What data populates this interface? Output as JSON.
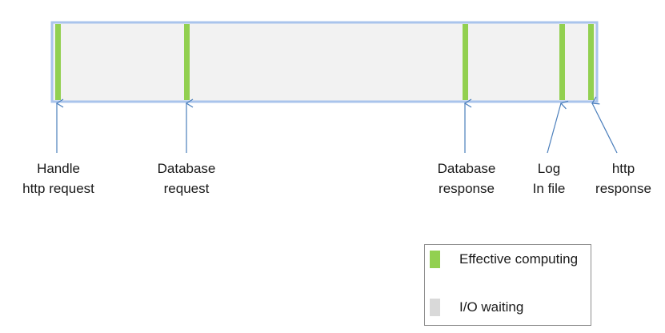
{
  "colors": {
    "timeline_fill": "#f2f2f2",
    "timeline_border": "#a9c4ec",
    "computing": "#92d050",
    "io_waiting": "#d9d9d9",
    "arrow": "#4a7ebb"
  },
  "events": [
    {
      "id": "handle-http-request",
      "label": "Handle\nhttp request"
    },
    {
      "id": "database-request",
      "label": "Database\nrequest"
    },
    {
      "id": "database-response",
      "label": "Database\nresponse"
    },
    {
      "id": "log-in-file",
      "label": "Log\nIn file"
    },
    {
      "id": "http-response",
      "label": "http\nresponse"
    }
  ],
  "legend": {
    "computing_label": "Effective computing",
    "io_label": "I/O waiting"
  }
}
